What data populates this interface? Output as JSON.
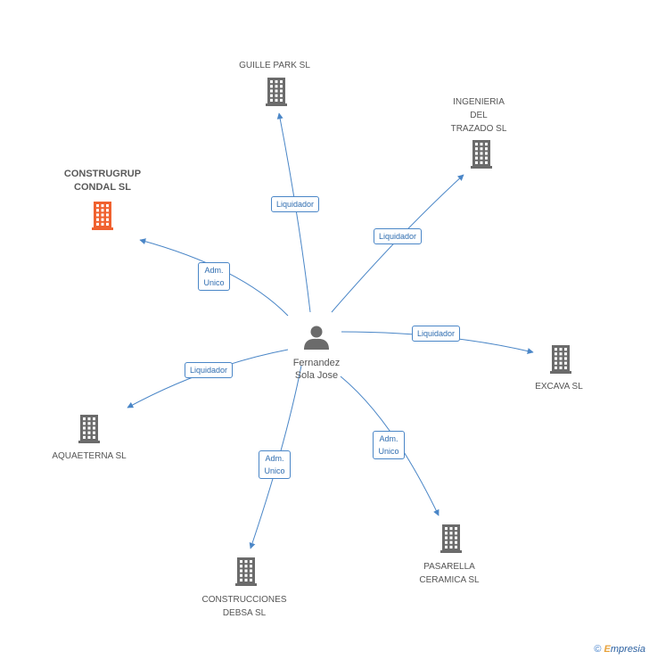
{
  "center": {
    "name_lines": [
      "Fernandez",
      "Sola Jose"
    ],
    "icon": "person-icon"
  },
  "companies": [
    {
      "id": "construgrup",
      "lines": [
        "CONSTRUGRUP",
        "CONDAL SL"
      ],
      "highlight": true,
      "icon": "building-icon"
    },
    {
      "id": "guille",
      "lines": [
        "GUILLE PARK SL"
      ],
      "highlight": false,
      "icon": "building-icon"
    },
    {
      "id": "ingenieria",
      "lines": [
        "INGENIERIA",
        "DEL",
        "TRAZADO SL"
      ],
      "highlight": false,
      "icon": "building-icon"
    },
    {
      "id": "excava",
      "lines": [
        "EXCAVA SL"
      ],
      "highlight": false,
      "icon": "building-icon"
    },
    {
      "id": "aquaeterna",
      "lines": [
        "AQUAETERNA SL"
      ],
      "highlight": false,
      "icon": "building-icon"
    },
    {
      "id": "construcciones",
      "lines": [
        "CONSTRUCCIONES",
        "DEBSA SL"
      ],
      "highlight": false,
      "icon": "building-icon"
    },
    {
      "id": "pasarella",
      "lines": [
        "PASARELLA",
        "CERAMICA SL"
      ],
      "highlight": false,
      "icon": "building-icon"
    }
  ],
  "relations": [
    {
      "to": "construgrup",
      "label_lines": [
        "Adm.",
        "Unico"
      ]
    },
    {
      "to": "guille",
      "label_lines": [
        "Liquidador"
      ]
    },
    {
      "to": "ingenieria",
      "label_lines": [
        "Liquidador"
      ]
    },
    {
      "to": "excava",
      "label_lines": [
        "Liquidador"
      ]
    },
    {
      "to": "aquaeterna",
      "label_lines": [
        "Liquidador"
      ]
    },
    {
      "to": "construcciones",
      "label_lines": [
        "Adm.",
        "Unico"
      ]
    },
    {
      "to": "pasarella",
      "label_lines": [
        "Adm.",
        "Unico"
      ]
    }
  ],
  "colors": {
    "edge": "#4a86c7",
    "icon": "#6b6b6b",
    "highlight": "#f0612f"
  },
  "footer": {
    "copyright_symbol": "©",
    "brand_first": "E",
    "brand_rest": "mpresia"
  }
}
